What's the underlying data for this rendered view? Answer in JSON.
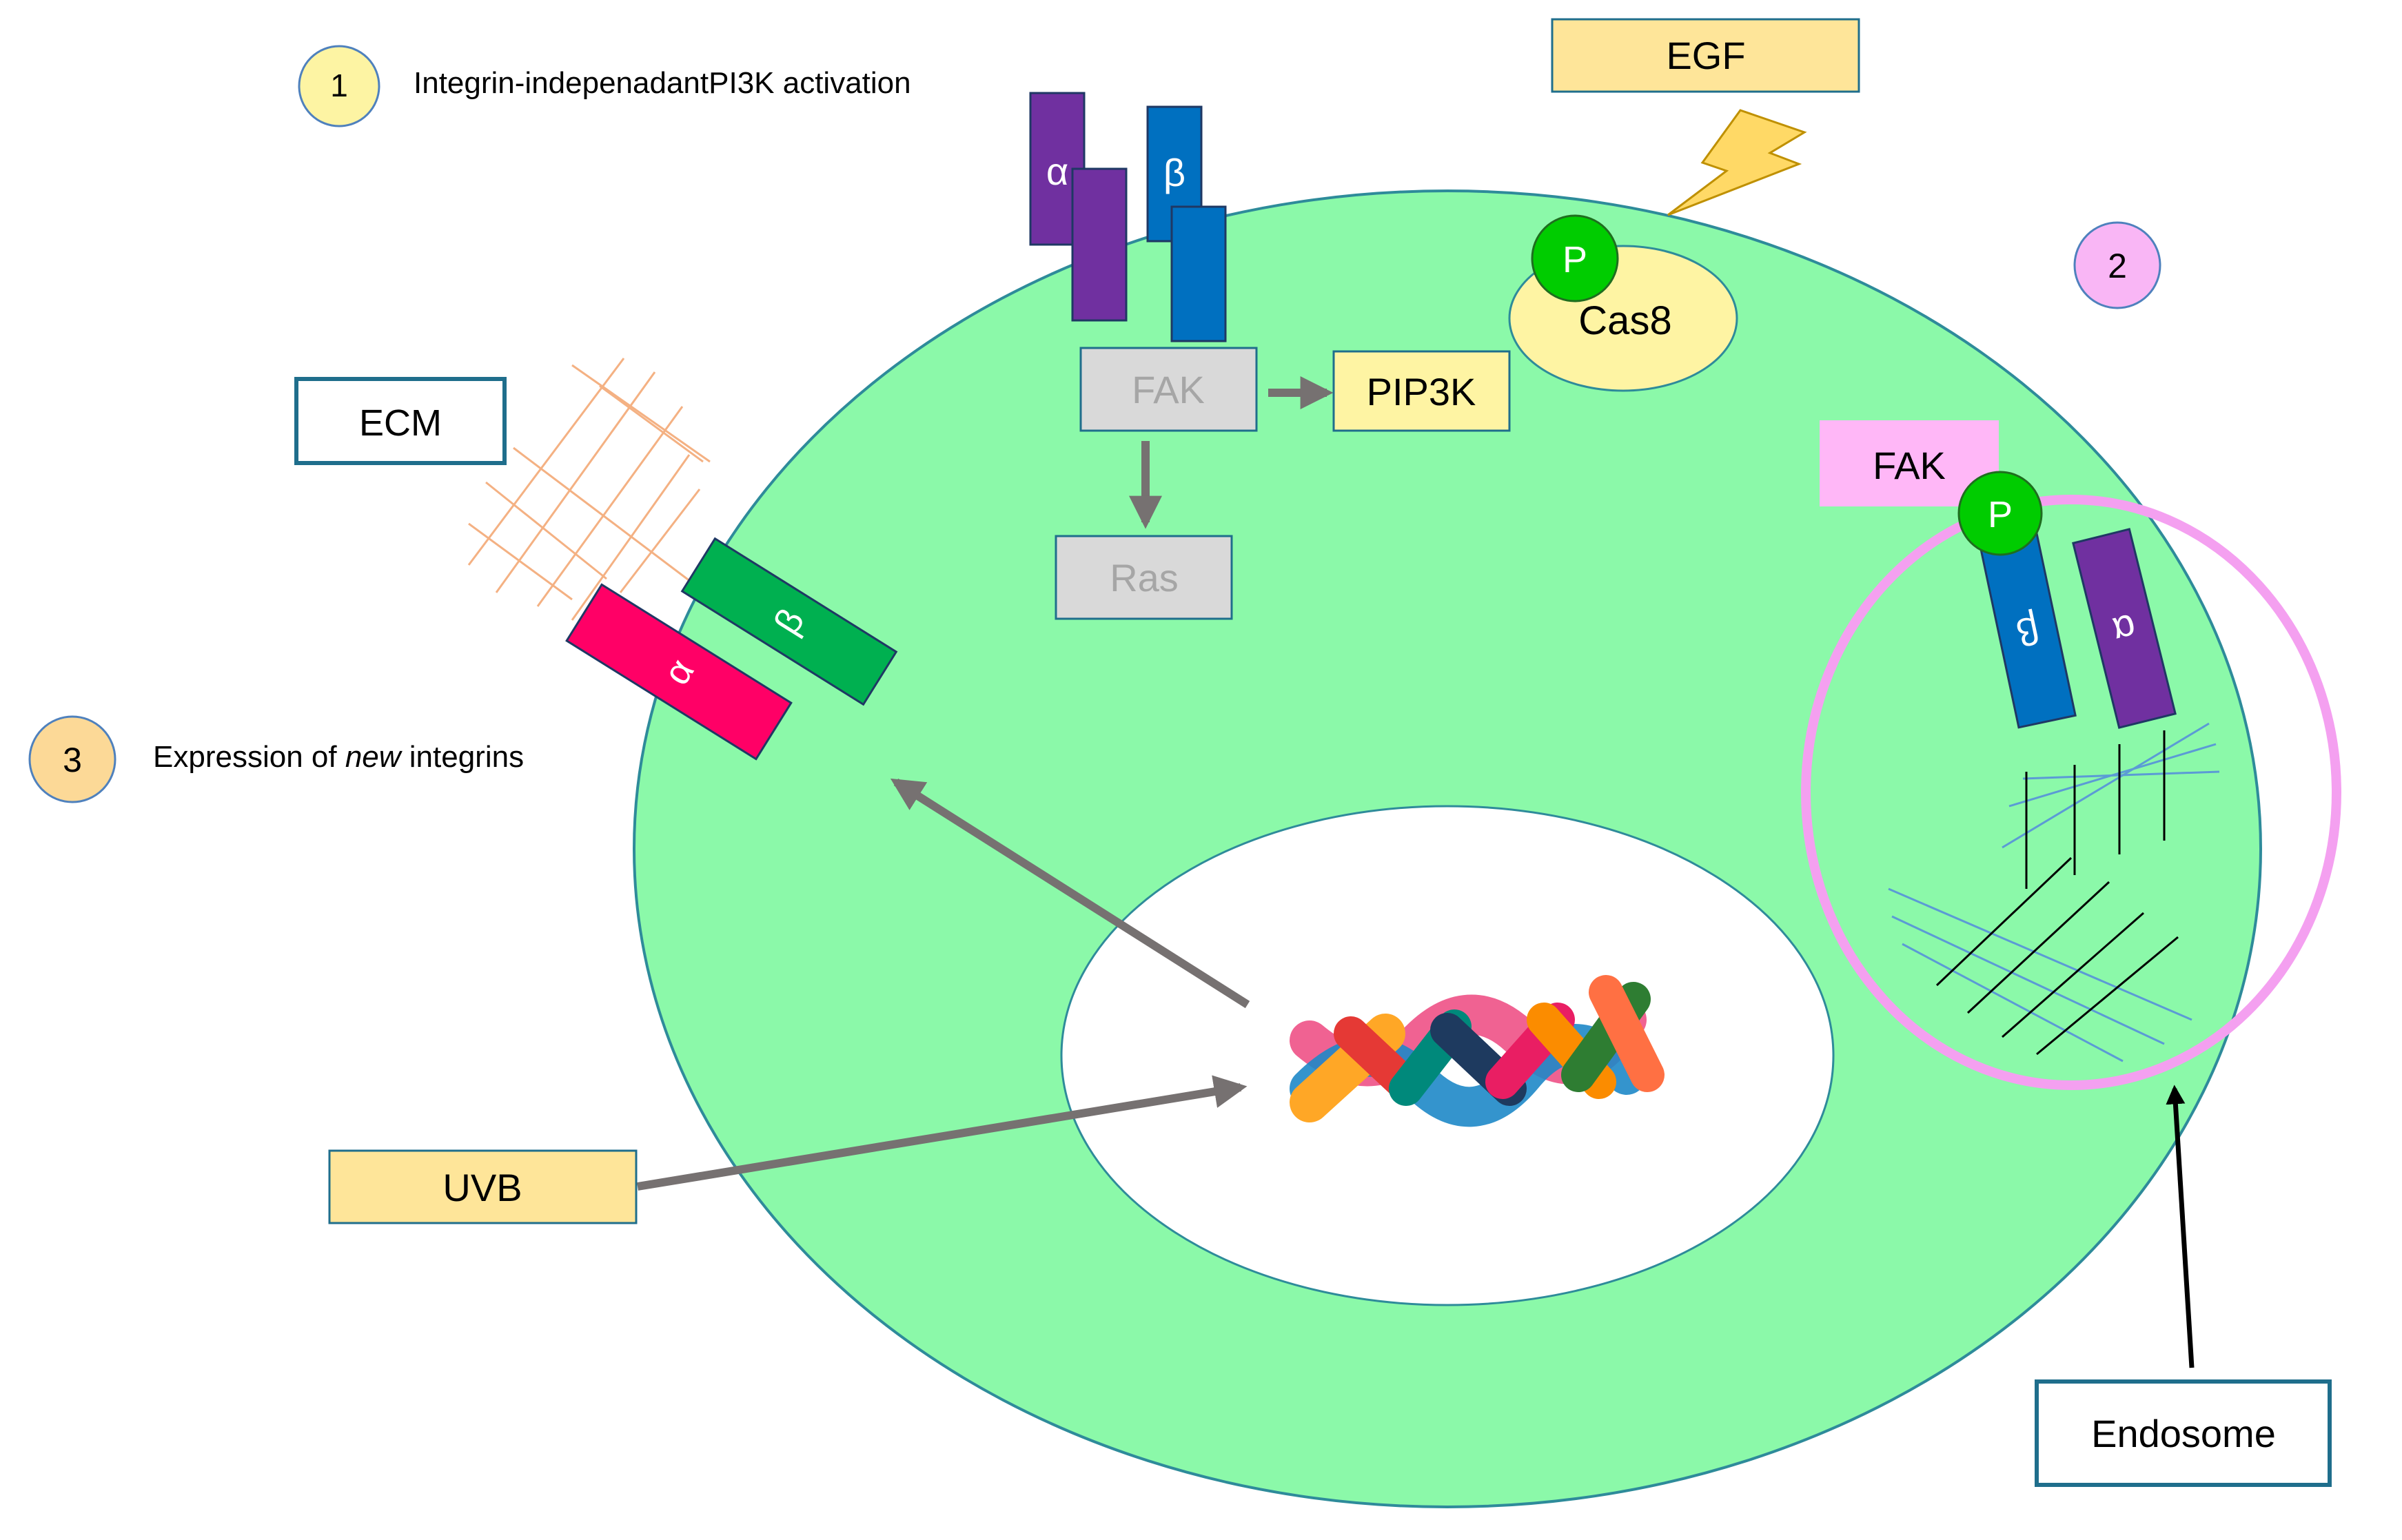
{
  "steps": {
    "step1": {
      "number": "1",
      "caption": "Integrin-indepenadantPI3K activation",
      "color": "#FDF4A3"
    },
    "step2": {
      "number": "2",
      "color": "#F9B6F5"
    },
    "step3": {
      "number": "3",
      "caption_pre": "Expression of ",
      "caption_em": "new",
      "caption_post": " integrins",
      "color": "#FCD997"
    }
  },
  "labels": {
    "egf": "EGF",
    "ecm": "ECM",
    "uvb": "UVB",
    "endosome": "Endosome",
    "fak_top": "FAK",
    "fak_endosome": "FAK",
    "pip3k": "PIP3K",
    "ras": "Ras",
    "cas8": "Cas8",
    "phospho": "P",
    "alpha": "α",
    "beta": "β"
  },
  "colors": {
    "cytoplasm": "#8BF9A9",
    "cell_border": "#2E8B9A",
    "label_fill_yellow": "#FEE599",
    "label_border_blue": "#1F6E8C",
    "integrin_purple": "#7030A0",
    "integrin_blue": "#0070C0",
    "integrin_pink": "#FF0066",
    "integrin_green": "#00B050",
    "phospho_green": "#00CC00",
    "endosome_pink": "#F4A0F0",
    "fak_pink": "#FFB7F7",
    "arrow_gray": "#767171",
    "ecm_orange": "#F4B183"
  },
  "icons": [
    "lightning-icon",
    "dna-helix-icon"
  ]
}
